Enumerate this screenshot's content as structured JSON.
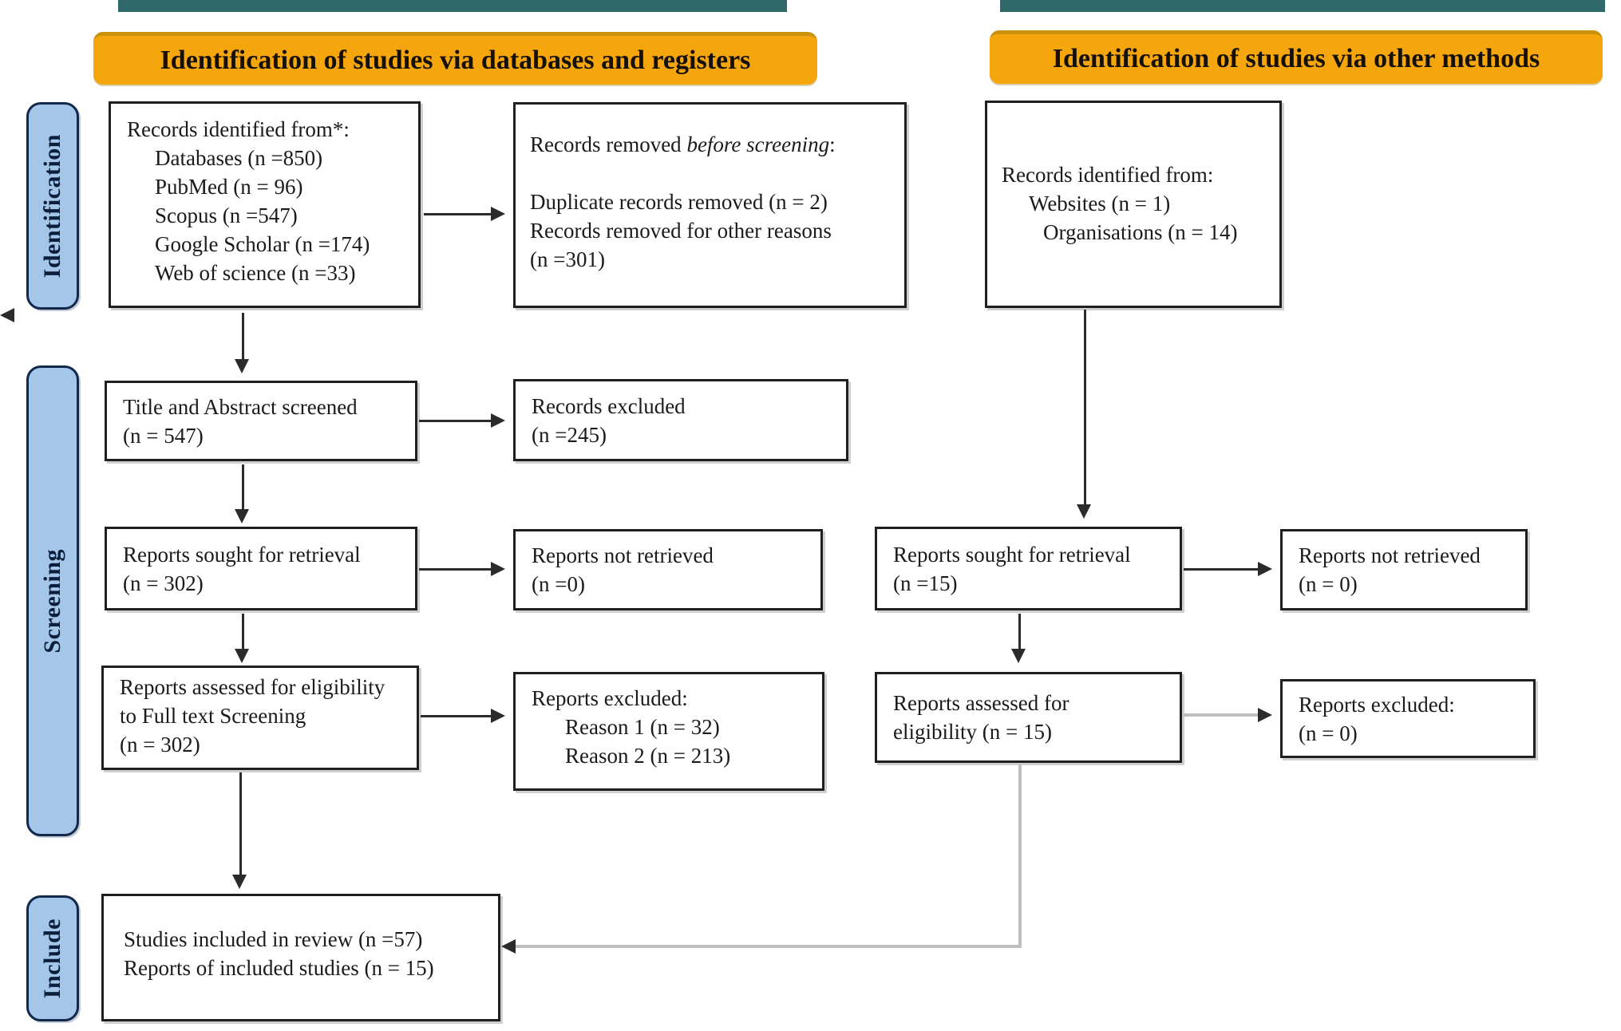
{
  "headers": {
    "databases": "Identification of studies via databases and registers",
    "other": "Identification of studies via other methods"
  },
  "stages": {
    "identification": "Identification",
    "screening": "Screening",
    "include": "Include"
  },
  "boxes": {
    "records_identified_db": {
      "title": "Records identified from*:",
      "items": [
        "Databases (n =850)",
        "PubMed (n = 96)",
        "Scopus (n =547)",
        "Google Scholar (n =174)",
        "Web of science (n =33)"
      ]
    },
    "records_removed": {
      "line1_prefix": "Records removed ",
      "line1_italic": "before screening",
      "line1_suffix": ":",
      "items": [
        "Duplicate records removed (n = 2)",
        "Records removed for other reasons",
        "(n =301)"
      ]
    },
    "title_abstract_screened": {
      "lines": [
        "Title and Abstract screened",
        "(n = 547)"
      ]
    },
    "records_excluded": {
      "lines": [
        "Records excluded",
        "(n =245)"
      ]
    },
    "reports_sought_db": {
      "lines": [
        "Reports sought for retrieval",
        "(n = 302)"
      ]
    },
    "reports_not_retrieved_db": {
      "lines": [
        "Reports not retrieved",
        "(n =0)"
      ]
    },
    "reports_assessed_db": {
      "lines": [
        "Reports assessed for eligibility",
        "to Full text Screening",
        "(n = 302)"
      ]
    },
    "reports_excluded_db": {
      "title": "Reports excluded:",
      "items": [
        "Reason 1 (n = 32)",
        "Reason 2 (n = 213)"
      ]
    },
    "studies_included": {
      "lines": [
        "Studies included in review (n =57)",
        "Reports of included studies (n = 15)"
      ]
    },
    "records_identified_other": {
      "title": "Records identified from:",
      "items": [
        "Websites (n = 1)",
        "Organisations (n = 14)"
      ]
    },
    "reports_sought_other": {
      "lines": [
        "Reports sought for retrieval",
        "(n =15)"
      ]
    },
    "reports_not_retrieved_other": {
      "lines": [
        "Reports not retrieved",
        "(n = 0)"
      ]
    },
    "reports_assessed_other": {
      "lines": [
        "Reports assessed for",
        "eligibility (n = 15)"
      ]
    },
    "reports_excluded_other": {
      "lines": [
        "Reports excluded:",
        "(n = 0)"
      ]
    }
  },
  "colors": {
    "header_bg": "#F5A60D",
    "header_border": "#C9930E",
    "stage_bg": "#A3C6E9",
    "stage_border": "#13294B",
    "box_border": "#1F1F1F",
    "arrow_black": "#2B2B2B",
    "arrow_gray": "#BFBFBF",
    "top_strip": "#2E6868",
    "text": "#1B1B1B"
  }
}
